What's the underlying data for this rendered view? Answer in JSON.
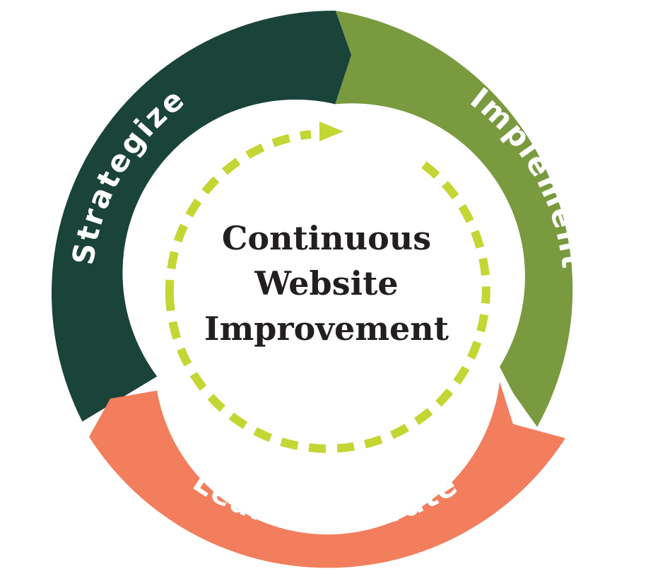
{
  "center": {
    "lines": [
      "Continuous",
      "Website",
      "Improvement"
    ]
  },
  "segments": [
    {
      "id": "strategize",
      "label": "Strategize",
      "color": "#1a4339"
    },
    {
      "id": "implement",
      "label": "Implement",
      "color": "#7a9a3f"
    },
    {
      "id": "learn",
      "label": "Learn & Iterate",
      "color": "#f27e5d"
    }
  ],
  "dashed_loop_color": "#c4d634",
  "icons": [
    "arrow-icon"
  ]
}
